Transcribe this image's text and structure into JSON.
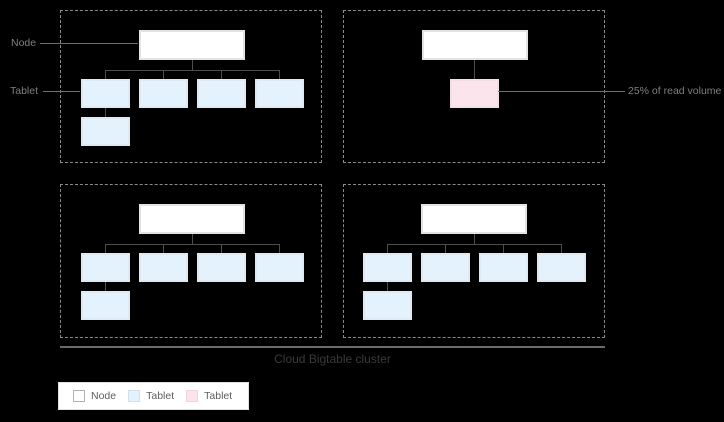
{
  "labels": {
    "node_pointer": "Node",
    "tablet_pointer": "Tablet",
    "read_volume": "25% of read volume",
    "cluster": "Cloud Bigtable cluster"
  },
  "legend": {
    "items": [
      {
        "label": "Node",
        "swatch": "node-white"
      },
      {
        "label": "Tablet",
        "swatch": "tablet-blue"
      },
      {
        "label": "Tablet",
        "swatch": "tablet-pink"
      }
    ]
  },
  "diagram": {
    "quadrants": [
      {
        "name": "node-group-1",
        "type": "full",
        "tablets": 4,
        "sub_tablets": 1
      },
      {
        "name": "node-group-2",
        "type": "hot",
        "tablets": 1,
        "sub_tablets": 0
      },
      {
        "name": "node-group-3",
        "type": "full",
        "tablets": 4,
        "sub_tablets": 1
      },
      {
        "name": "node-group-4",
        "type": "full",
        "tablets": 4,
        "sub_tablets": 1
      }
    ],
    "hot_tablet_note": "25% of read volume"
  },
  "colors": {
    "background": "#000000",
    "node_fill": "#ffffff",
    "node_border": "#e3e3e3",
    "tablet_fill": "#e3f2fd",
    "tablet_border": "#dfe9f1",
    "hot_tablet_fill": "#fce4ec",
    "hot_tablet_border": "#f2dee4",
    "connector": "#4d4d4d",
    "leader_line": "#6e6e6e",
    "dashed_border": "#8a8a8a",
    "label_text": "#7f7f7f",
    "cluster_line": "#6b6b6b",
    "cluster_text": "#3a3a3a",
    "legend_bg": "#ffffff",
    "legend_border": "#e0e0e0",
    "legend_text": "#5f5f5f",
    "swatch_node_border": "#b3b3b3",
    "swatch_blue_border": "#cfe0ea",
    "swatch_pink_border": "#eed6dd"
  }
}
